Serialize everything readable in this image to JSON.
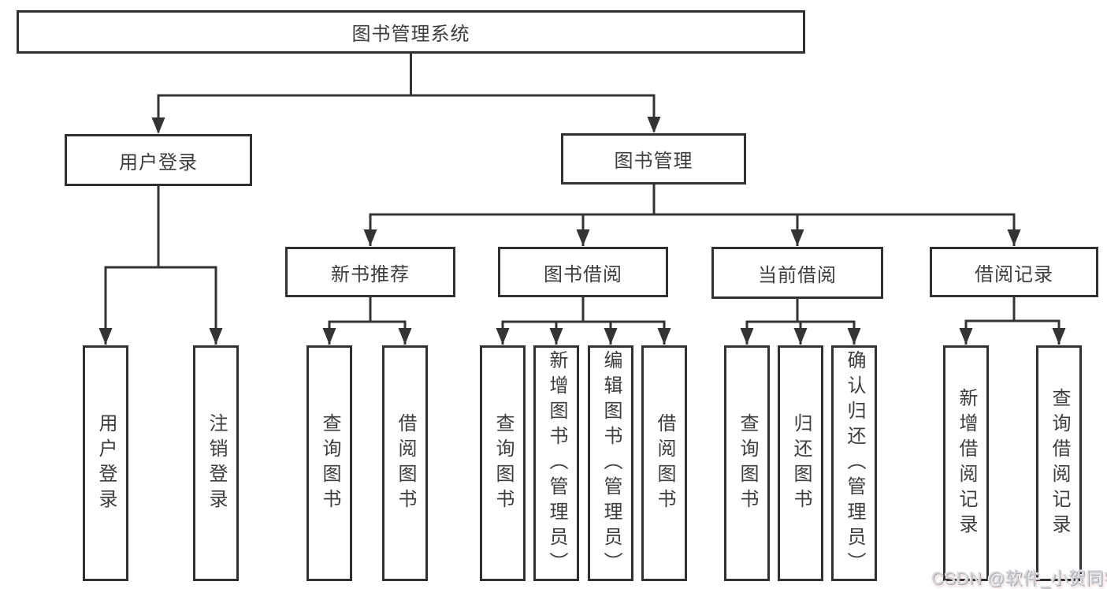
{
  "tree": {
    "root": {
      "label": "图书管理系统"
    },
    "children": [
      {
        "label": "用户登录",
        "children": [
          {
            "label": "用户登录"
          },
          {
            "label": "注销登录"
          }
        ]
      },
      {
        "label": "图书管理",
        "children": [
          {
            "label": "新书推荐",
            "children": [
              {
                "label": "查询图书"
              },
              {
                "label": "借阅图书"
              }
            ]
          },
          {
            "label": "图书借阅",
            "children": [
              {
                "label": "查询图书"
              },
              {
                "label": "新增图书（管理员）"
              },
              {
                "label": "编辑图书（管理员）"
              },
              {
                "label": "借阅图书"
              }
            ]
          },
          {
            "label": "当前借阅",
            "children": [
              {
                "label": "查询图书"
              },
              {
                "label": "归还图书"
              },
              {
                "label": "确认归还（管理员）"
              }
            ]
          },
          {
            "label": "借阅记录",
            "children": [
              {
                "label": "新增借阅记录"
              },
              {
                "label": "查询借阅记录"
              }
            ]
          }
        ]
      }
    ]
  },
  "watermark": {
    "text": "CSDN @软件_小贺同学"
  },
  "colors": {
    "line": "#333333",
    "box_border": "#313131",
    "box_fill": "#ffffff",
    "text": "#3d3d3d",
    "background": "#ffffff",
    "watermark": "#d6d6da"
  }
}
